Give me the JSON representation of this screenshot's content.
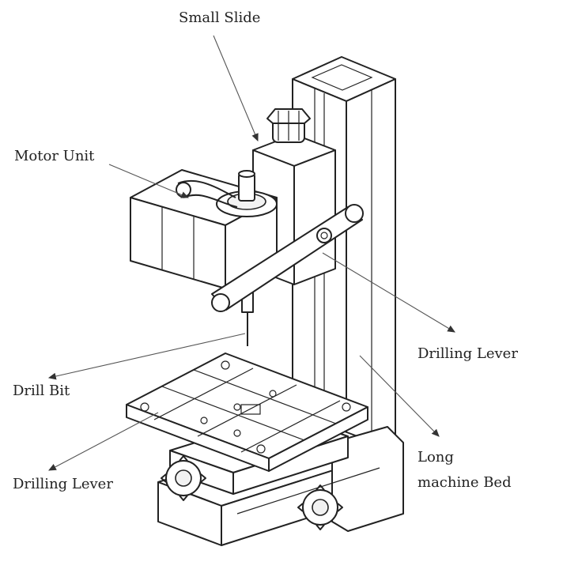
{
  "diagram": {
    "labels": {
      "small_slide": "Small Slide",
      "motor_unit": "Motor Unit",
      "drilling_lever_right": "Drilling Lever",
      "drill_bit": "Drill Bit",
      "drilling_lever_left": "Drilling Lever",
      "long_machine_bed_line1": "Long",
      "long_machine_bed_line2": "machine Bed"
    }
  }
}
